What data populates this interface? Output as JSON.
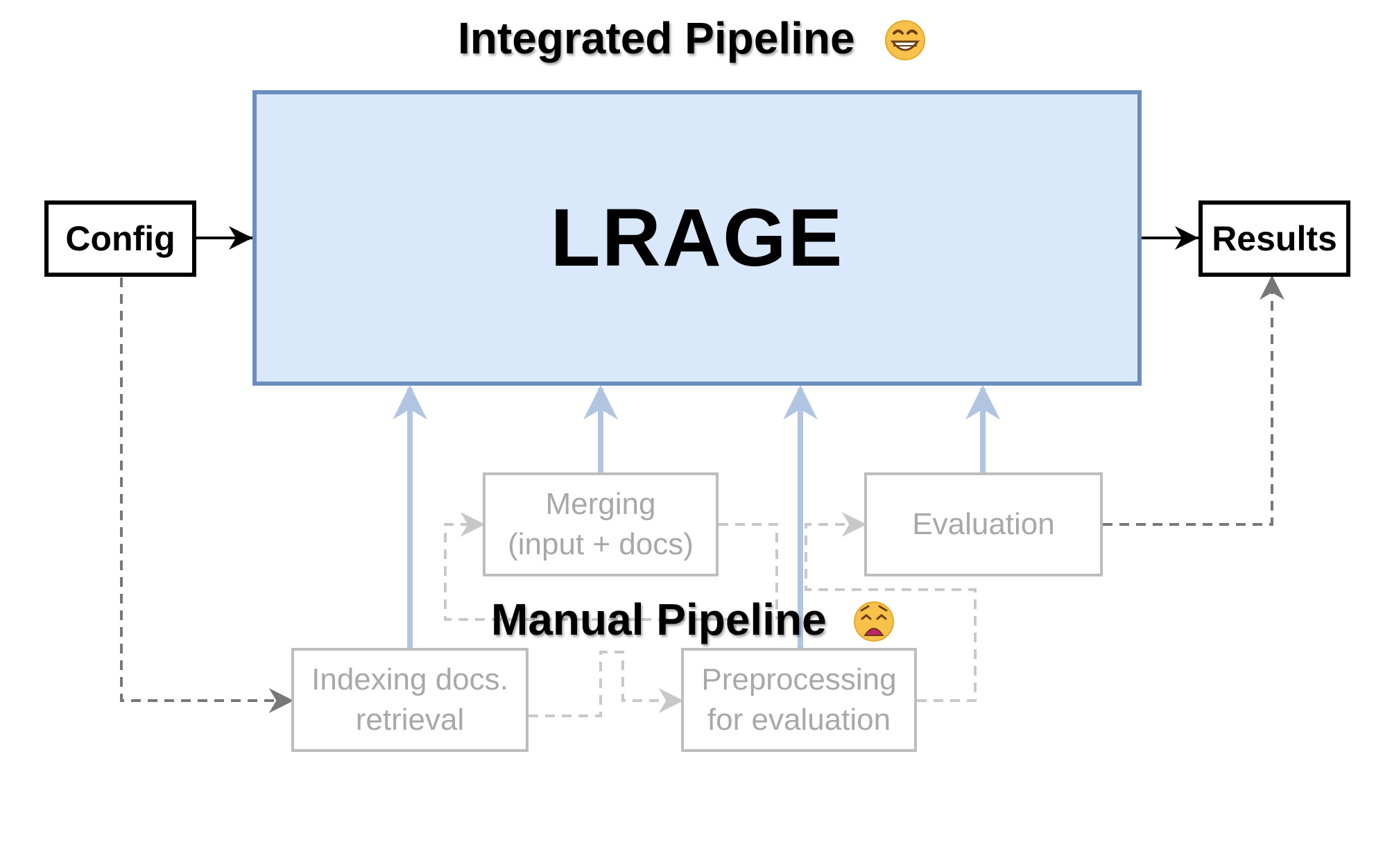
{
  "titles": {
    "integrated": "Integrated Pipeline",
    "manual": "Manual Pipeline"
  },
  "nodes": {
    "config": "Config",
    "lrage": "LRAGE",
    "results": "Results",
    "merging": "Merging\n(input + docs)",
    "evaluation": "Evaluation",
    "indexing": "Indexing docs.\nretrieval",
    "preprocessing": "Preprocessing\nfor evaluation"
  },
  "icons": {
    "integrated_emoji": "grinning-face-icon",
    "manual_emoji": "weary-face-icon"
  },
  "colors": {
    "lrage_fill": "#dae8fc",
    "lrage_border": "#6c8ebf",
    "blue_arrow": "#b1c5e3",
    "gray_box_border": "#bdbdbd",
    "gray_text": "#a8a8a8",
    "dashed_dark": "#777777",
    "dashed_light": "#c8c8c8"
  }
}
